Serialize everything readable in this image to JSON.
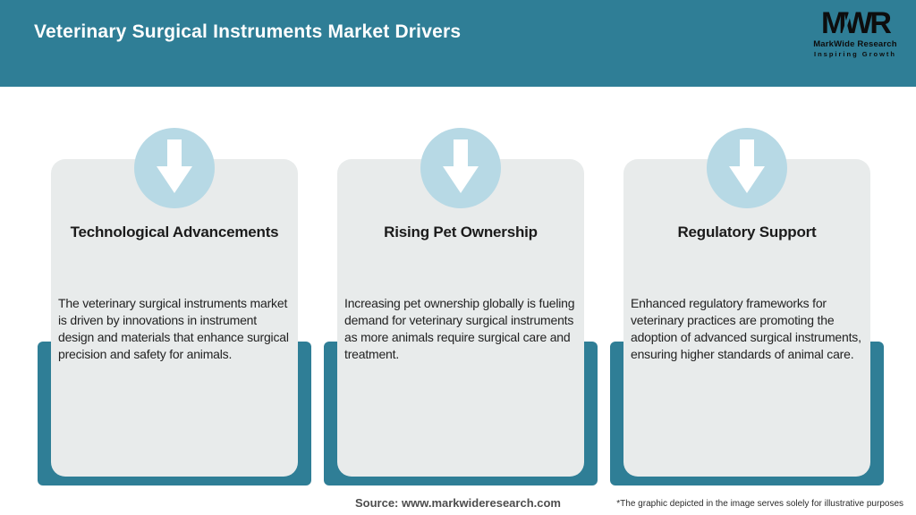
{
  "header": {
    "title": "Veterinary Surgical Instruments Market Drivers",
    "logo": {
      "monogram": "MWR",
      "name": "MarkWide Research",
      "tagline": "Inspiring Growth"
    }
  },
  "cards": [
    {
      "title": "Technological Advancements",
      "description": "The veterinary surgical instruments market is driven by innovations in instrument design and materials that enhance surgical precision and safety for animals."
    },
    {
      "title": "Rising Pet Ownership",
      "description": "Increasing pet ownership globally is fueling demand for veterinary surgical instruments as more animals require surgical care and treatment."
    },
    {
      "title": "Regulatory Support",
      "description": "Enhanced regulatory frameworks for veterinary practices are promoting the adoption of advanced surgical instruments, ensuring higher standards of animal care."
    }
  ],
  "footer": {
    "source": "Source: www.markwideresearch.com",
    "disclaimer": "*The graphic depicted in the image serves solely for illustrative purposes"
  },
  "colors": {
    "header_bg": "#2F7E96",
    "accent_teal": "#2F7E96",
    "circle_blue": "#B7D9E5",
    "card_bg": "#E8EBEB"
  }
}
